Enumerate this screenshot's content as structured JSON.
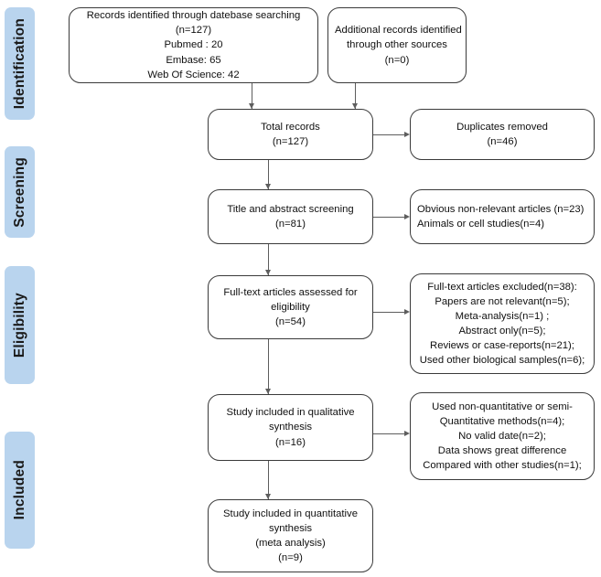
{
  "diagram": {
    "type": "prisma-flow-diagram",
    "accent_color": "#b9d4ee",
    "box_border_color": "#3a3a3a",
    "connector_color": "#5d5d5d"
  },
  "stages": [
    {
      "label": "Identification"
    },
    {
      "label": "Screening"
    },
    {
      "label": "Eligibility"
    },
    {
      "label": "Included"
    }
  ],
  "boxes": {
    "records_identified": {
      "lines": [
        "Records identified through datebase searching",
        "(n=127)",
        "Pubmed : 20",
        "Embase: 65",
        "Web Of Science: 42"
      ]
    },
    "additional_records": {
      "lines": [
        "Additional records identified",
        "through other sources",
        "(n=0)"
      ]
    },
    "total_records": {
      "lines": [
        "Total records",
        "(n=127)"
      ]
    },
    "duplicates_removed": {
      "lines": [
        "Duplicates removed",
        "(n=46)"
      ]
    },
    "title_abstract_screening": {
      "lines": [
        "Title and abstract screening",
        "(n=81)"
      ]
    },
    "screening_excluded": {
      "lines": [
        "Obvious non-relevant articles (n=23)",
        "Animals or cell studies(n=4)"
      ]
    },
    "fulltext_assessed": {
      "lines": [
        "Full-text articles assessed for",
        "eligibility",
        "(n=54)"
      ]
    },
    "fulltext_excluded": {
      "lines": [
        "Full-text articles excluded(n=38):",
        "Papers are not relevant(n=5);",
        "Meta-analysis(n=1) ;",
        "Abstract only(n=5);",
        "Reviews or case-reports(n=21);",
        "Used other biological samples(n=6);"
      ]
    },
    "qualitative_synthesis": {
      "lines": [
        "Study included in qualitative",
        "synthesis",
        "(n=16)"
      ]
    },
    "quantitative_excluded": {
      "lines": [
        "Used non-quantitative or semi-",
        "Quantitative methods(n=4);",
        "No valid date(n=2);",
        "Data shows great difference",
        "Compared with other studies(n=1);"
      ]
    },
    "quantitative_synthesis": {
      "lines": [
        "Study included in quantitative",
        "synthesis",
        "(meta analysis)",
        "(n=9)"
      ]
    }
  }
}
